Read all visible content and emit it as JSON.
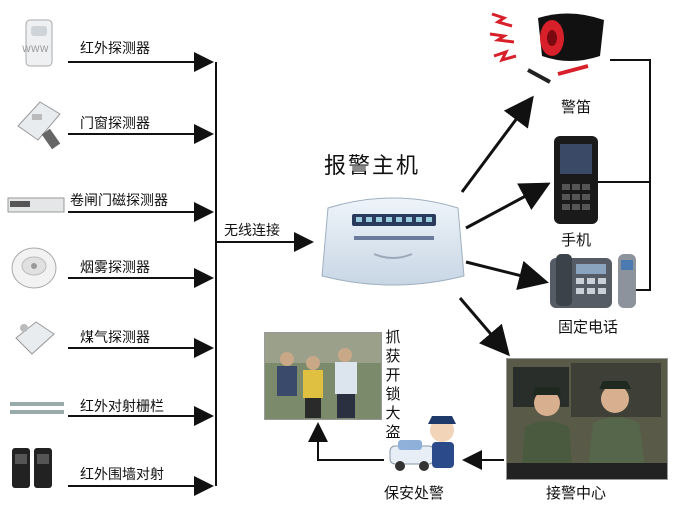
{
  "detectors": [
    {
      "label": "红外探测器",
      "icon": "infrared-detector-icon"
    },
    {
      "label": "门窗探测器",
      "icon": "door-window-detector-icon"
    },
    {
      "label": "卷闸门磁探测器",
      "icon": "shutter-magnetic-detector-icon"
    },
    {
      "label": "烟雾探测器",
      "icon": "smoke-detector-icon"
    },
    {
      "label": "煤气探测器",
      "icon": "gas-detector-icon"
    },
    {
      "label": "红外对射栅栏",
      "icon": "infrared-beam-fence-icon"
    },
    {
      "label": "红外围墙对射",
      "icon": "infrared-wall-beam-icon"
    }
  ],
  "wireless_label": "无线连接",
  "host_title": "报警主机",
  "outputs": {
    "siren": "警笛",
    "mobile": "手机",
    "landline": "固定电话",
    "center": "接警中心",
    "security": "保安处警",
    "capture": "抓获开锁大盗"
  },
  "colors": {
    "line": "#111111",
    "panel": "#dfe8f0",
    "siren_red": "#d8202a"
  }
}
